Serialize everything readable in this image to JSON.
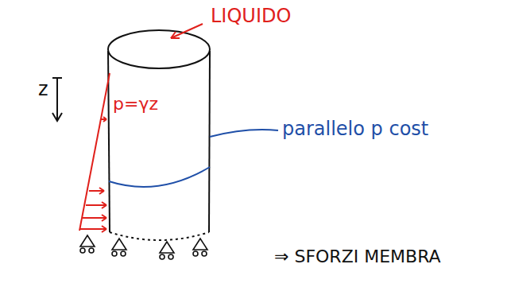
{
  "diagram": {
    "labels": [
      "LIQUIDO",
      "z",
      "p=γz",
      "parallelo p cost",
      "⇒ SFORZI MEMBRA"
    ]
  }
}
